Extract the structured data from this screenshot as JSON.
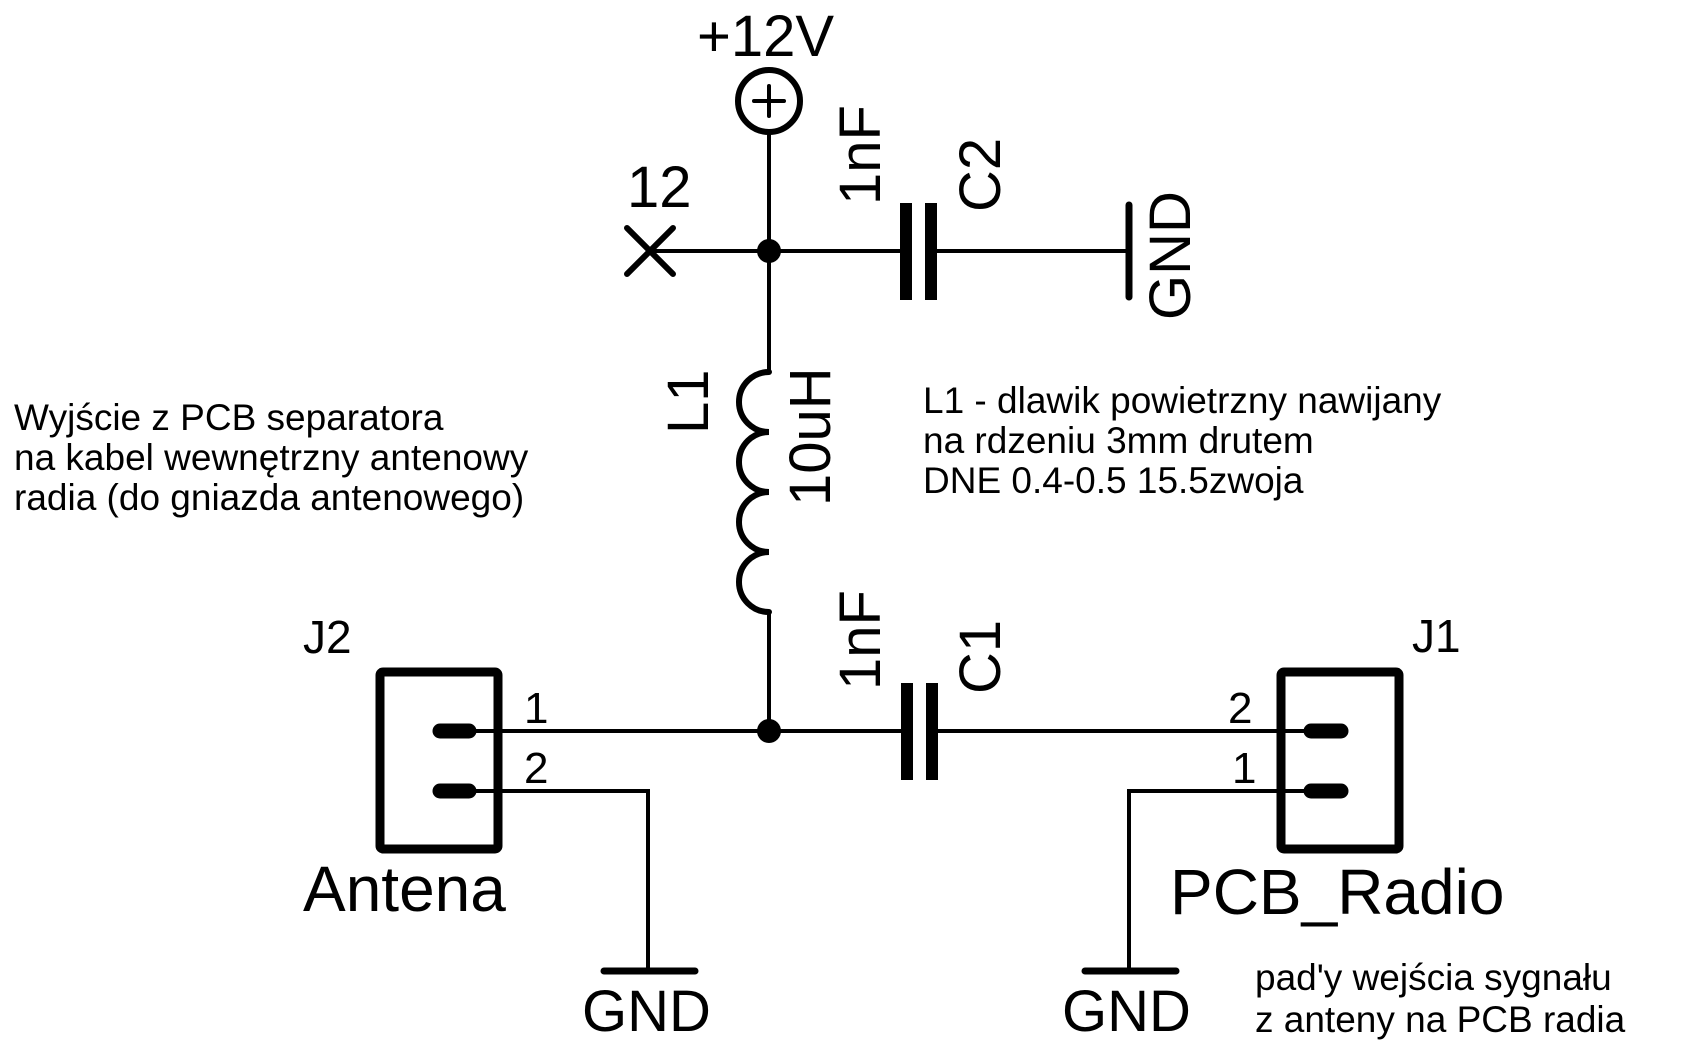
{
  "schematic": {
    "power": {
      "label": "+12V",
      "symbol": "power-plus-icon"
    },
    "no_connect": {
      "label": "12",
      "symbol": "no-connect-x-icon"
    },
    "c2": {
      "ref": "C2",
      "value": "1nF"
    },
    "c1": {
      "ref": "C1",
      "value": "1nF"
    },
    "l1": {
      "ref": "L1",
      "value": "10uH"
    },
    "gnd_labels": {
      "c2": "GND",
      "j2": "GND",
      "j1": "GND"
    },
    "j2": {
      "ref": "J2",
      "name": "Antena",
      "pins": [
        "1",
        "2"
      ]
    },
    "j1": {
      "ref": "J1",
      "name": "PCB_Radio",
      "pins": [
        "2",
        "1"
      ]
    },
    "notes": {
      "left": [
        "Wyjście z PCB separatora",
        "na kabel wewnętrzny antenowy",
        "radia (do gniazda antenowego)"
      ],
      "inductor": [
        "L1 - dlawik powietrzny nawijany",
        "na rdzeniu 3mm drutem",
        "DNE 0.4-0.5 15.5zwoja"
      ],
      "pads": [
        "pad'y wejścia sygnału",
        "z anteny na PCB radia"
      ]
    }
  }
}
